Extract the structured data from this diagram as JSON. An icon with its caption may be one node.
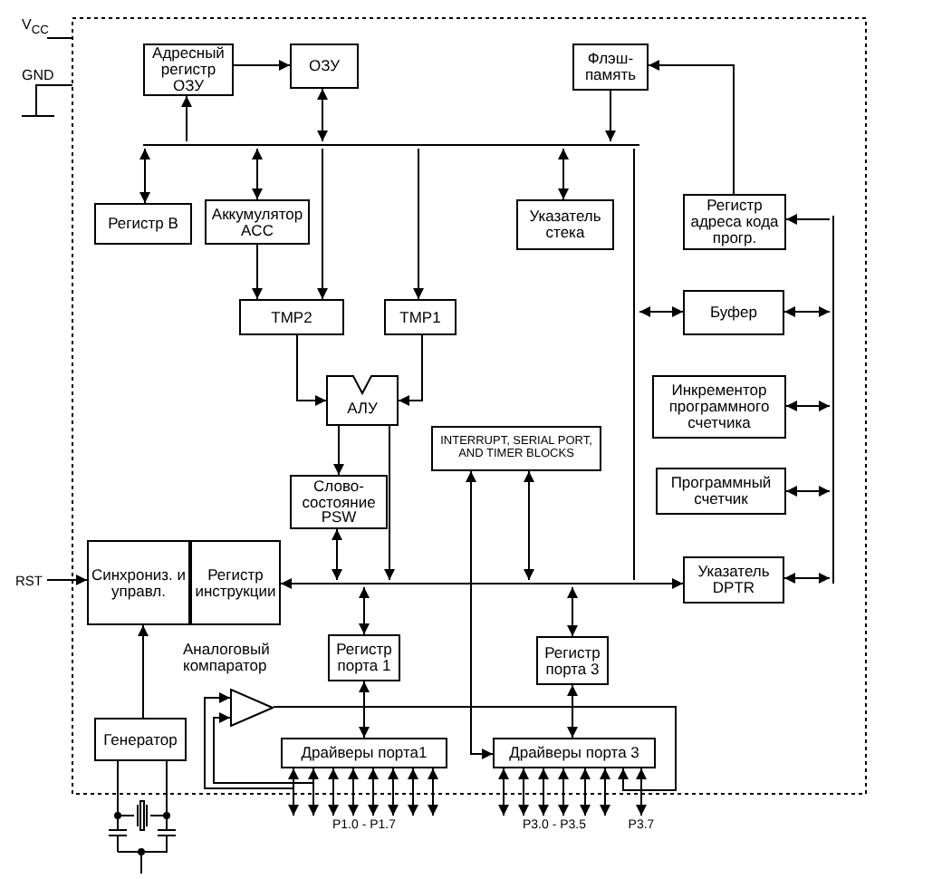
{
  "diagram": {
    "nodes": [
      {
        "text": [
          "Адресный регистр ОЗУ"
        ]
      },
      {
        "text": [
          "ОЗУ"
        ]
      },
      {
        "text": [
          "Флэш-память"
        ]
      },
      {
        "text": [],
        "shape": "bar"
      },
      {
        "text": [
          "Регистр B"
        ]
      },
      {
        "text": [
          "Аккумулятор ACC"
        ]
      },
      {
        "text": [
          "Указатель стека"
        ]
      },
      {
        "text": [
          "Регистр адреса кода прогр."
        ]
      },
      {
        "text": [
          "TMP2"
        ]
      },
      {
        "text": [
          "TMP1"
        ]
      },
      {
        "text": [
          "Буфер"
        ]
      },
      {
        "text": [],
        "shape": "bar"
      },
      {
        "text": [
          "АЛУ"
        ]
      },
      {
        "text": [
          "Инкрементор программного счетчика"
        ]
      },
      {
        "text": [
          "INTERRUPT, SERIAL PORT, AND TIMER BLOCKS"
        ]
      },
      {
        "text": [
          "Программный счетчик"
        ]
      },
      {
        "text": [
          "Слово-состояние PSW"
        ]
      },
      {
        "text": [
          "RST"
        ]
      },
      {
        "text": [
          "Синхрониз. и управл."
        ]
      },
      {
        "text": [
          "Регистр инструкции"
        ]
      },
      {
        "text": [
          "Указатель DPTR"
        ]
      },
      {
        "text": [],
        "shape": "triangle",
        "beside": [
          "Аналоговый компаратор"
        ]
      },
      {
        "text": [
          "Регистр порта 1"
        ]
      },
      {
        "text": [
          "Регистр порта 3"
        ]
      },
      {
        "text": [
          "Генератор"
        ]
      },
      {
        "text": [
          "Драйверы порта1"
        ]
      },
      {
        "text": [
          "Драйверы порта 3"
        ]
      },
      {
        "text": [],
        "shape": "bar"
      },
      {
        "text": [],
        "shape": "bar"
      },
      {
        "text": [
          "P1.0 - P1.7"
        ]
      },
      {
        "text": [
          "P3.0 - P3.5"
        ]
      },
      {
        "text": [
          "P3.7"
        ]
      }
    ],
    "edges": [
      {
        "from": 0,
        "to": 1,
        "arrow": "to"
      },
      {
        "from": 3,
        "to": 0,
        "arrow": "to"
      },
      {
        "from": 1,
        "to": 3,
        "arrow": "both"
      },
      {
        "from": 3,
        "to": 4,
        "arrow": "both"
      },
      {
        "from": 3,
        "to": 5,
        "arrow": "both"
      },
      {
        "from": 5,
        "to": 8,
        "arrow": "to"
      },
      {
        "from": 3,
        "to": 8,
        "arrow": "to"
      },
      {
        "from": 3,
        "to": 9,
        "arrow": "to"
      },
      {
        "from": 2,
        "to": 3,
        "arrow": "to"
      },
      {
        "from": 3,
        "to": 6,
        "arrow": "both"
      },
      {
        "from": 7,
        "to": 2,
        "arrow": "to"
      },
      {
        "from": 11,
        "to": 7,
        "arrow": "to"
      },
      {
        "from": 27,
        "to": 10,
        "arrow": "both"
      },
      {
        "from": 10,
        "to": 11,
        "arrow": "both"
      },
      {
        "from": 13,
        "to": 11,
        "arrow": "both"
      },
      {
        "from": 15,
        "to": 11,
        "arrow": "both"
      },
      {
        "from": 20,
        "to": 11,
        "arrow": "both"
      },
      {
        "from": 8,
        "to": 12,
        "arrow": "to"
      },
      {
        "from": 9,
        "to": 12,
        "arrow": "to"
      },
      {
        "from": 12,
        "to": 16,
        "arrow": "to"
      },
      {
        "from": 16,
        "to": 28,
        "arrow": "both"
      },
      {
        "from": 12,
        "to": 28,
        "arrow": "to"
      },
      {
        "from": 28,
        "to": 14,
        "arrow": "both"
      },
      {
        "from": 28,
        "to": 19,
        "arrow": "to"
      },
      {
        "from": 28,
        "to": 20,
        "arrow": "to"
      },
      {
        "from": 17,
        "to": 18,
        "arrow": "to"
      },
      {
        "from": 28,
        "to": 22,
        "arrow": "both"
      },
      {
        "from": 28,
        "to": 23,
        "arrow": "both"
      },
      {
        "from": 24,
        "to": 18,
        "arrow": "to"
      },
      {
        "from": 22,
        "to": 25,
        "arrow": "both"
      },
      {
        "from": 23,
        "to": 26,
        "arrow": "both"
      },
      {
        "from": 14,
        "to": 26,
        "arrow": "both"
      },
      {
        "from": 25,
        "to": 21,
        "arrow": "to"
      },
      {
        "from": 25,
        "to": 21,
        "arrow": "to"
      },
      {
        "from": 21,
        "to": 26,
        "arrow": "to"
      },
      {
        "from": 25,
        "to": 29,
        "arrow": "both"
      },
      {
        "from": 25,
        "to": 29,
        "arrow": "both"
      },
      {
        "from": 25,
        "to": 29,
        "arrow": "both"
      },
      {
        "from": 25,
        "to": 29,
        "arrow": "both"
      },
      {
        "from": 25,
        "to": 29,
        "arrow": "both"
      },
      {
        "from": 25,
        "to": 29,
        "arrow": "both"
      },
      {
        "from": 25,
        "to": 29,
        "arrow": "both"
      },
      {
        "from": 25,
        "to": 29,
        "arrow": "both"
      },
      {
        "from": 26,
        "to": 30,
        "arrow": "both"
      },
      {
        "from": 26,
        "to": 30,
        "arrow": "both"
      },
      {
        "from": 26,
        "to": 30,
        "arrow": "both"
      },
      {
        "from": 26,
        "to": 30,
        "arrow": "both"
      },
      {
        "from": 26,
        "to": 30,
        "arrow": "both"
      },
      {
        "from": 26,
        "to": 30,
        "arrow": "both"
      },
      {
        "from": 26,
        "to": 31,
        "arrow": "both"
      }
    ],
    "labels": [
      "V$_{CC}$",
      "GND"
    ]
  }
}
